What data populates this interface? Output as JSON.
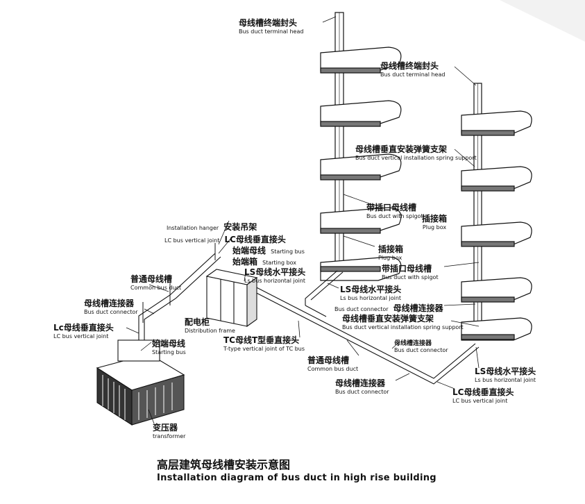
{
  "title": {
    "zh": "高层建筑母线槽安装示意图",
    "en": "Installation diagram of bus duct in high rise building"
  },
  "labels": {
    "terminal_head_1": {
      "zh": "母线槽终端封头",
      "en": "Bus duct terminal head"
    },
    "terminal_head_2": {
      "zh": "母线槽终端封头",
      "en": "Bus duct terminal head"
    },
    "spring_support_1": {
      "zh": "母线槽垂直安装弹簧支架",
      "en": "Bus duct vertical installation spring support"
    },
    "plug_bus_1": {
      "zh": "带插口母线槽",
      "en": "Bus duct with spigot"
    },
    "plug_box_1": {
      "zh": "插接箱",
      "en": "Plug box"
    },
    "plug_box_2": {
      "zh": "插接箱",
      "en": "Plug box"
    },
    "plug_bus_2": {
      "zh": "带插口母线槽",
      "en": "Bus duct with spigot"
    },
    "ls_joint_1": {
      "zh": "LS母线水平接头",
      "en": "Ls bus horizontal joint"
    },
    "connector_right": {
      "zh": "母线槽连接器",
      "en": "Bus duct connector"
    },
    "spring_support_2": {
      "zh": "母线槽垂直安装弹簧支架",
      "en": "Bus duct vertical installation spring support"
    },
    "connector_mid": {
      "zh": "母线槽连接器",
      "en": "Bus duct connector"
    },
    "ls_joint_2": {
      "zh": "LS母线水平接头",
      "en": "Ls bus horizontal joint"
    },
    "lc_joint_right": {
      "zh": "LC母线垂直接头",
      "en": "LC bus vertical joint"
    },
    "connector_bottom": {
      "zh": "母线槽连接器",
      "en": "Bus duct connector"
    },
    "common_bus_mid": {
      "zh": "普通母线槽",
      "en": "Common bus duct"
    },
    "tc_joint": {
      "zh": "TC母线T型垂直接头",
      "en": "T-type vertical joint of TC bus"
    },
    "ls_joint_left": {
      "zh": "LS母线水平接头",
      "en": "Ls bus horizontal joint"
    },
    "distribution": {
      "zh": "配电柜",
      "en": "Distribution frame"
    },
    "starting_bus_top": {
      "zh": "始端母线",
      "en": "Starting bus"
    },
    "starting_box": {
      "zh": "始端箱",
      "en": "Starting box"
    },
    "lc_joint_top": {
      "zh": "LC母线垂直接头",
      "en": "LC bus vertical joint"
    },
    "hanger": {
      "zh": "安装吊架",
      "en": "Installation hanger"
    },
    "common_bus_left": {
      "zh": "普通母线槽",
      "en": "Common bus duct"
    },
    "connector_left": {
      "zh": "母线槽连接器",
      "en": "Bus duct connector"
    },
    "lc_joint_left": {
      "zh": "Lc母线垂直接头",
      "en": "LC bus vertical joint"
    },
    "starting_bus_bottom": {
      "zh": "始端母线",
      "en": "Starting bus"
    },
    "transformer": {
      "zh": "变压器",
      "en": "transformer"
    }
  }
}
